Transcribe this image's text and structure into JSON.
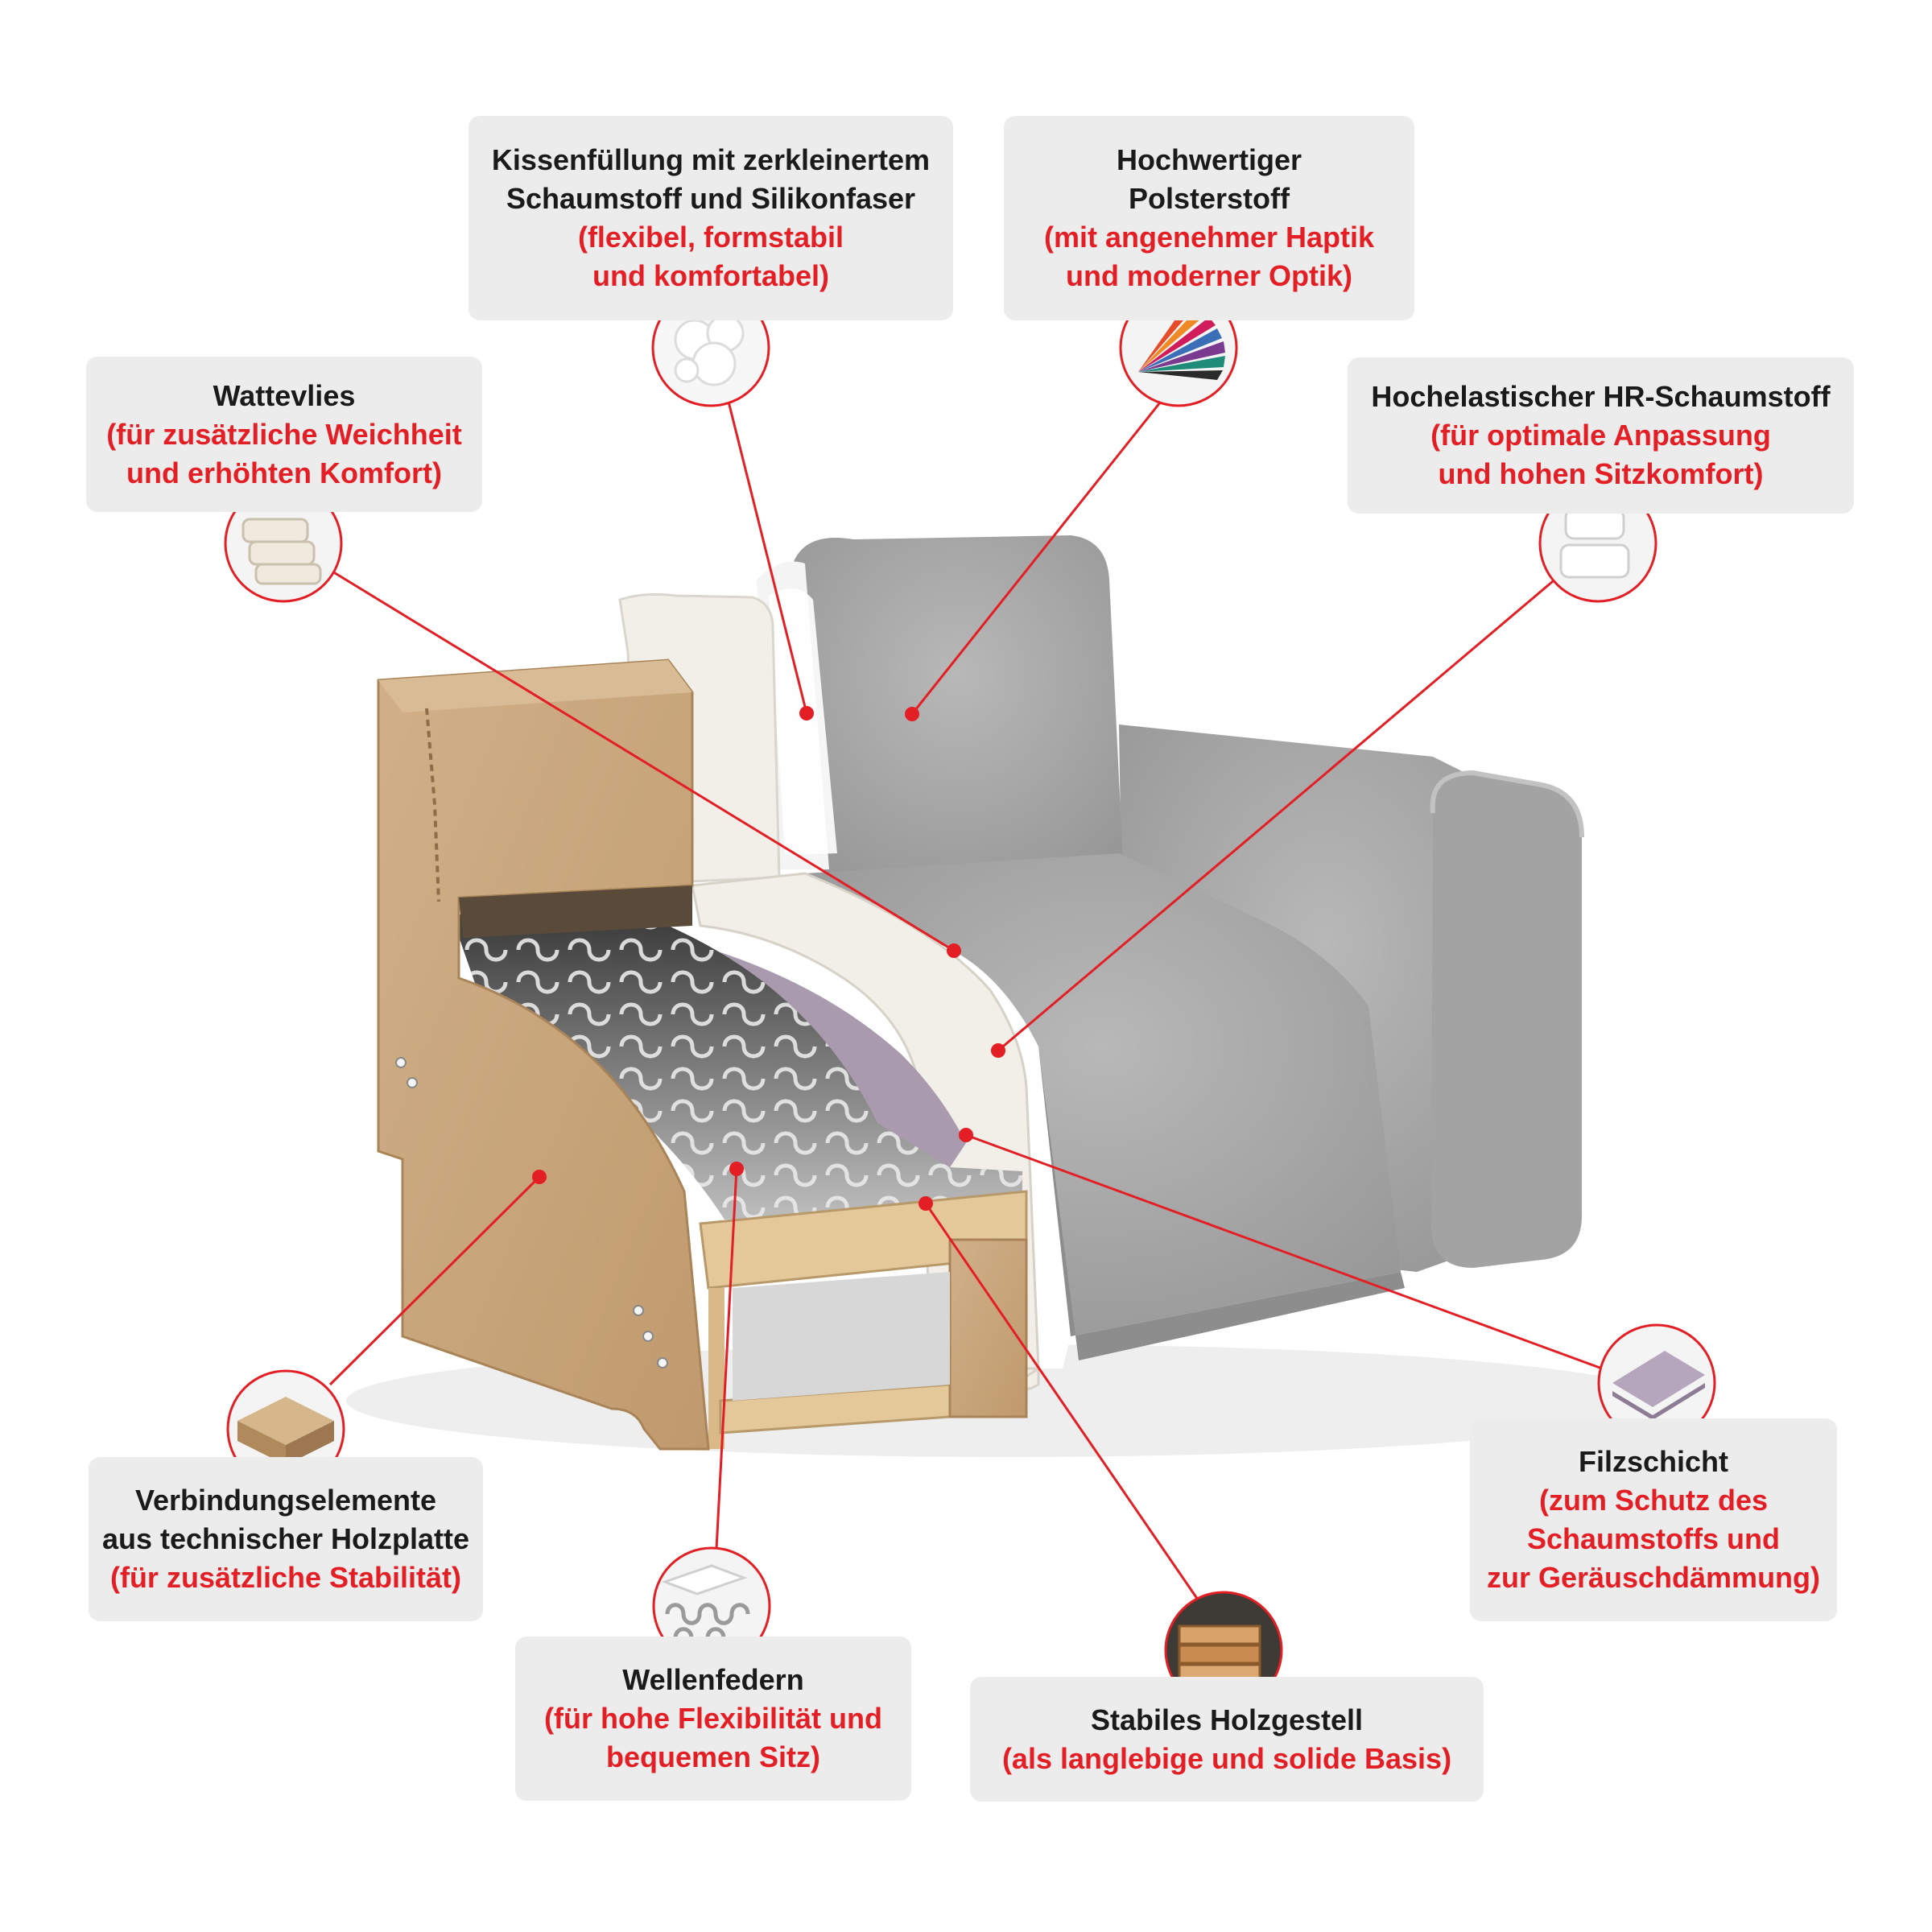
{
  "colors": {
    "background": "#ffffff",
    "card": "#ececec",
    "title": "#1a1a1a",
    "accent_red": "#e31e24",
    "fabric_grey": "#a7a7a7",
    "chipboard": "#c9a67c",
    "foam": "#f1efe8",
    "felt": "#a99aae",
    "wood": "#e4c899"
  },
  "callouts": {
    "kissen": {
      "title": "Kissenfüllung mit zerkleinertem\nSchaumstoff und Silikonfaser",
      "subtitle": "(flexibel, formstabil\nund komfortabel)",
      "icon": "foam-flakes-icon"
    },
    "polster": {
      "title": "Hochwertiger\nPolsterstoff",
      "subtitle": "(mit angenehmer Haptik\nund moderner Optik)",
      "icon": "fabric-swatch-icon"
    },
    "watte": {
      "title": "Wattevlies",
      "subtitle": "(für zusätzliche Weichheit\nund erhöhten Komfort)",
      "icon": "wadding-layers-icon"
    },
    "hr": {
      "title": "Hochelastischer HR-Schaumstoff",
      "subtitle": "(für optimale Anpassung\nund hohen Sitzkomfort)",
      "icon": "foam-blocks-icon"
    },
    "verbindung": {
      "title": "Verbindungselemente\naus technischer Holzplatte",
      "subtitle": "(für zusätzliche Stabilität)",
      "icon": "chipboard-icon"
    },
    "filz": {
      "title": "Filzschicht",
      "subtitle": "(zum Schutz des\nSchaumstoffs und\nzur Geräuschdämmung)",
      "icon": "felt-sheets-icon"
    },
    "wellen": {
      "title": "Wellenfedern",
      "subtitle": "(für hohe Flexibilität und\nbequemen Sitz)",
      "icon": "spring-icon"
    },
    "holz": {
      "title": "Stabiles Holzgestell",
      "subtitle": "(als langlebige und solide Basis)",
      "icon": "timber-icon"
    }
  }
}
